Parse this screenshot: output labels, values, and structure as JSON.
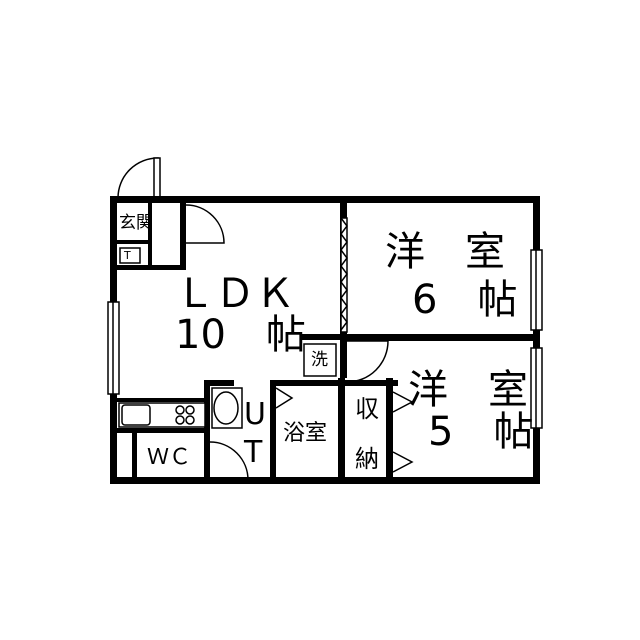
{
  "rooms": {
    "genkan": "玄関",
    "t_mark": "T",
    "ldk_name": "ＬＤＫ",
    "ldk_size": "10　帖",
    "western1_name": "洋　室",
    "western1_size": "6　帖",
    "western2_name": "洋　室",
    "western2_size": "5　帖",
    "laundry": "洗",
    "ut_u": "U",
    "ut_t": "T",
    "bath": "浴室",
    "storage_1": "収",
    "storage_2": "納",
    "wc": "ＷＣ"
  }
}
